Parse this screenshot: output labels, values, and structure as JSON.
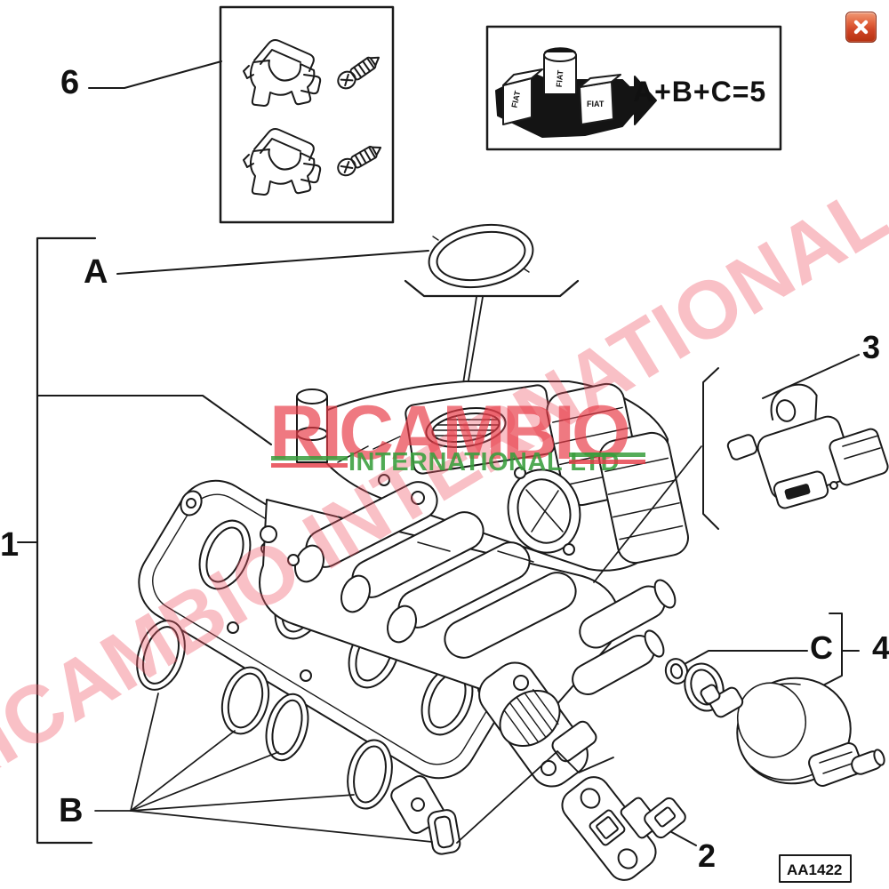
{
  "callouts": {
    "item_1": "1",
    "item_2": "2",
    "item_3": "3",
    "item_4": "4",
    "item_6": "6",
    "group_a": "A",
    "group_b": "B",
    "group_c": "C"
  },
  "legend": {
    "formula": "A+B+C=5",
    "brand": "FIAT"
  },
  "drawing_code": "AA1422",
  "watermark": {
    "primary": "RICAMBIO",
    "secondary": "INTERNATIONAL LTD",
    "diagonal": "RICAMBIO INTERNATIONAL"
  },
  "colors": {
    "line": "#1a1a1a",
    "watermark_red": "#e739446",
    "watermark_pink": "#ee5a68",
    "watermark_green": "#389e3c",
    "close_button_red": "#c0391f"
  }
}
